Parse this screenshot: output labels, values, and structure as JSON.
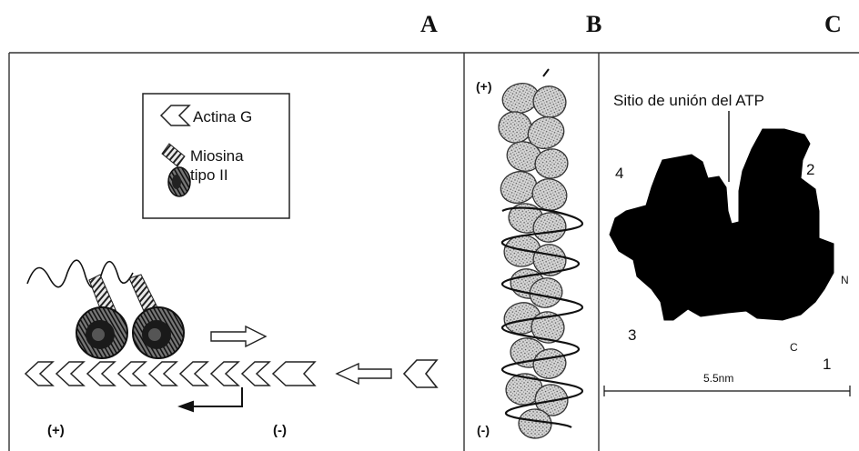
{
  "panels": {
    "a": "A",
    "b": "B",
    "c": "C"
  },
  "legend": {
    "actin_label": "Actina G",
    "myosin_label_line1": "Miosina",
    "myosin_label_line2": "tipo II"
  },
  "panel_a": {
    "plus": "(+)",
    "minus": "(-)"
  },
  "panel_b": {
    "plus": "(+)",
    "minus": "(-)"
  },
  "panel_c": {
    "atp_site": "Sitio de unión del ATP",
    "num_1": "1",
    "num_2": "2",
    "num_3": "3",
    "num_4": "4",
    "n_label": "N",
    "c_label": "C",
    "scale": "5.5nm"
  },
  "colors": {
    "ink": "#111111",
    "stipple": "#bfbfbf",
    "panel_border": "#333333"
  }
}
